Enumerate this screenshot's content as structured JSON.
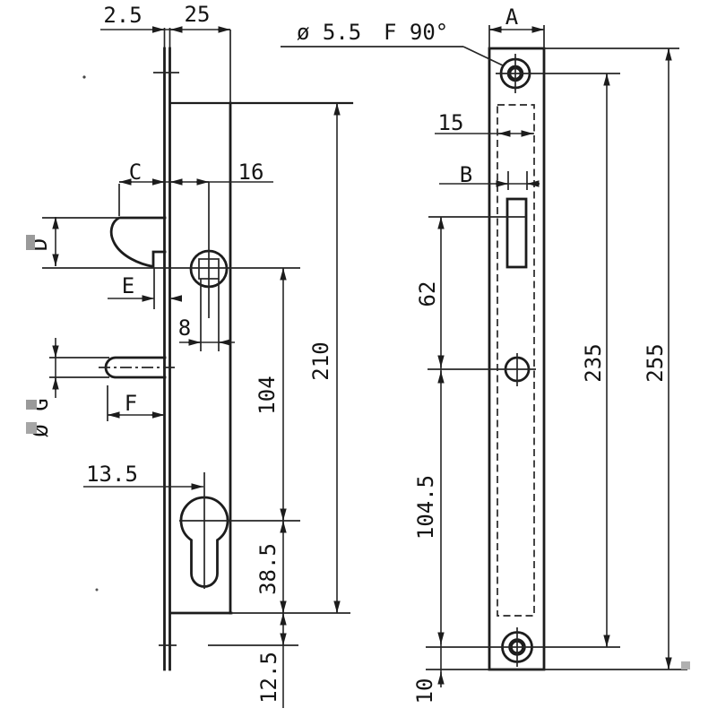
{
  "drawing": {
    "background": "#ffffff",
    "line_color": "#1c1c1c"
  },
  "views": {
    "side": {
      "labels": {
        "plate_thickness": "2.5",
        "case_depth": "25",
        "hook_projection": "C",
        "spindle_backset": "16",
        "hook_height": "D",
        "hook_notch": "E",
        "spindle_square": "8",
        "pin_projection": "F",
        "pin_diameter": "Ø G",
        "cylinder_backset": "13.5",
        "spindle_to_cylinder": "104",
        "case_length": "210",
        "cylinder_to_case_end": "38.5",
        "case_to_screw": "12.5"
      }
    },
    "front": {
      "labels": {
        "plate_width": "A",
        "countersink_dia": "ø 5.5",
        "countersink_angle": "F 90°",
        "cutout_width": "15",
        "slot_width": "B",
        "slot_to_pin": "62",
        "pin_to_screw": "104.5",
        "screw_centers": "235",
        "plate_length": "255",
        "screw_to_edge": "10"
      }
    }
  }
}
